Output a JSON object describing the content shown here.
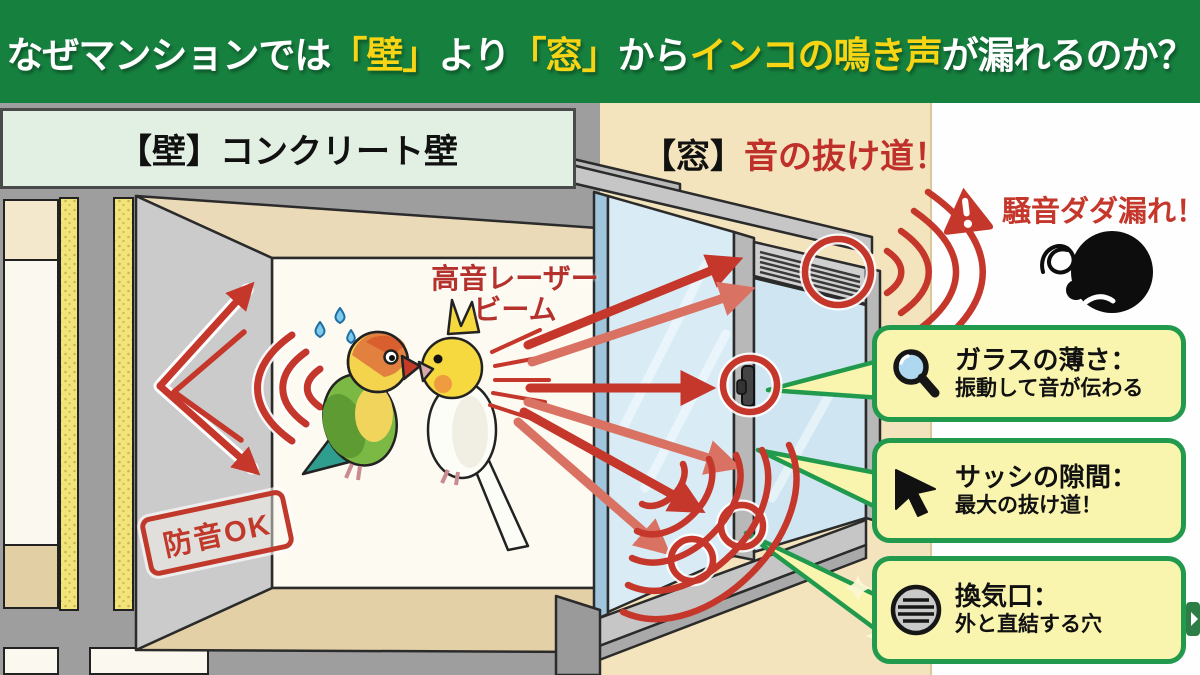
{
  "header": {
    "segments": [
      {
        "text": "なぜマンションでは",
        "tone": "white"
      },
      {
        "text": "「壁」",
        "tone": "yellow"
      },
      {
        "text": "より",
        "tone": "white"
      },
      {
        "text": "「窓」",
        "tone": "yellow"
      },
      {
        "text": "から",
        "tone": "white"
      },
      {
        "text": "インコの鳴き声",
        "tone": "yellow"
      },
      {
        "text": "が漏れるのか？",
        "tone": "white"
      }
    ]
  },
  "wall_section": {
    "label_bracket": "【壁】",
    "label_text": "コンクリート壁",
    "stamp": "防音OK"
  },
  "window_section": {
    "label_bracket": "【窓】",
    "label_text": "音の抜け道！"
  },
  "beam_label": {
    "line1": "高音レーザー",
    "line2": "ビーム"
  },
  "warning": {
    "text": "騒音ダダ漏れ！"
  },
  "callouts": [
    {
      "icon": "magnifier-icon",
      "title": "ガラスの薄さ：",
      "desc": "振動して音が伝わる"
    },
    {
      "icon": "cursor-icon",
      "title": "サッシの隙間：",
      "desc": "最大の抜け道！"
    },
    {
      "icon": "vent-icon",
      "title": "換気口：",
      "desc": "外と直結する穴"
    }
  ],
  "colors": {
    "header_green": "#16813f",
    "accent_yellow": "#f7d514",
    "alert_red": "#c5362b",
    "callout_green": "#219a4e",
    "callout_yellow": "#faf5ae",
    "concrete_gray": "#9e9e9e",
    "exterior_beige": "#f3e4bd",
    "glass_blue": "#d9ecf5"
  }
}
